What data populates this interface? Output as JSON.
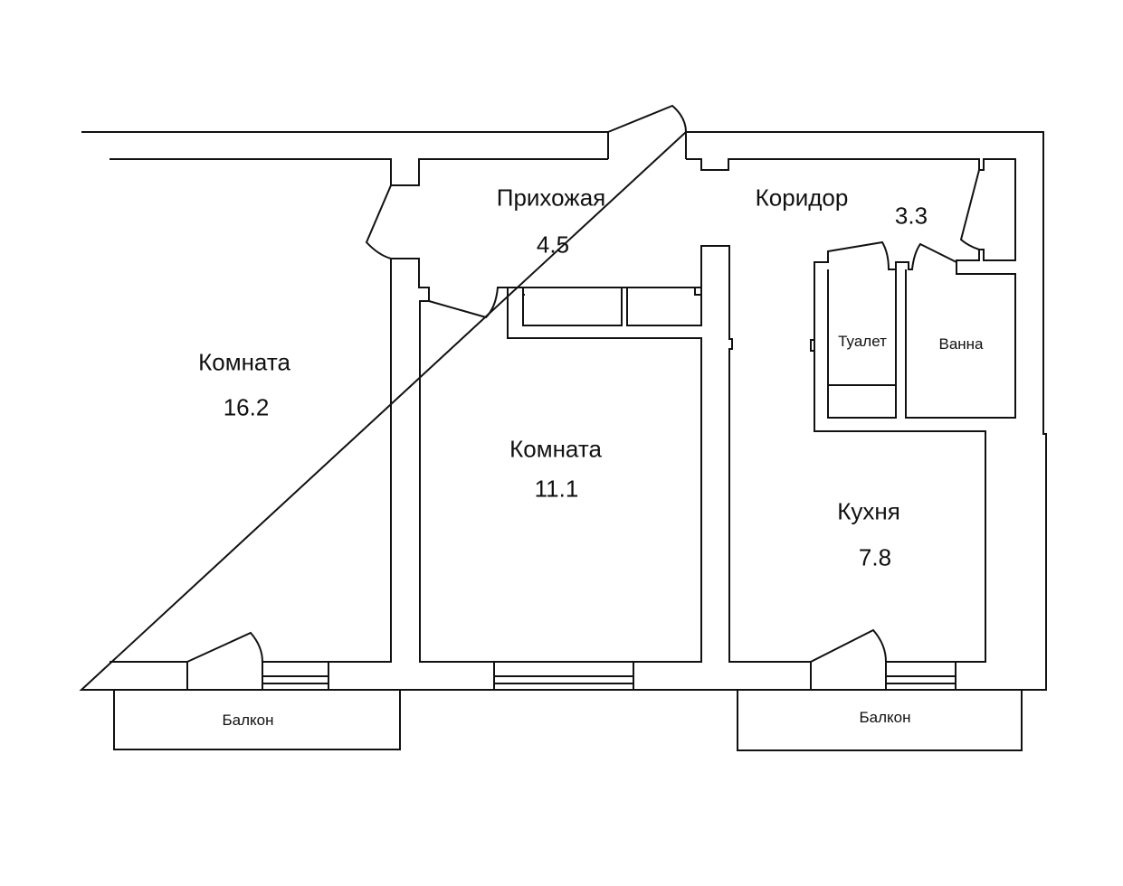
{
  "plan": {
    "rooms": [
      {
        "id": "room-1",
        "name": "Комната",
        "area": "16.2"
      },
      {
        "id": "room-2",
        "name": "Комната",
        "area": "11.1"
      },
      {
        "id": "hallway",
        "name": "Прихожая",
        "area": "4.5"
      },
      {
        "id": "corridor",
        "name": "Коридор",
        "area": "3.3"
      },
      {
        "id": "kitchen",
        "name": "Кухня",
        "area": "7.8"
      },
      {
        "id": "toilet",
        "name": "Туалет"
      },
      {
        "id": "bathroom",
        "name": "Ванна"
      },
      {
        "id": "balcony-left",
        "name": "Балкон"
      },
      {
        "id": "balcony-right",
        "name": "Балкон"
      }
    ],
    "colors": {
      "line": "#111111",
      "background": "#ffffff"
    }
  }
}
